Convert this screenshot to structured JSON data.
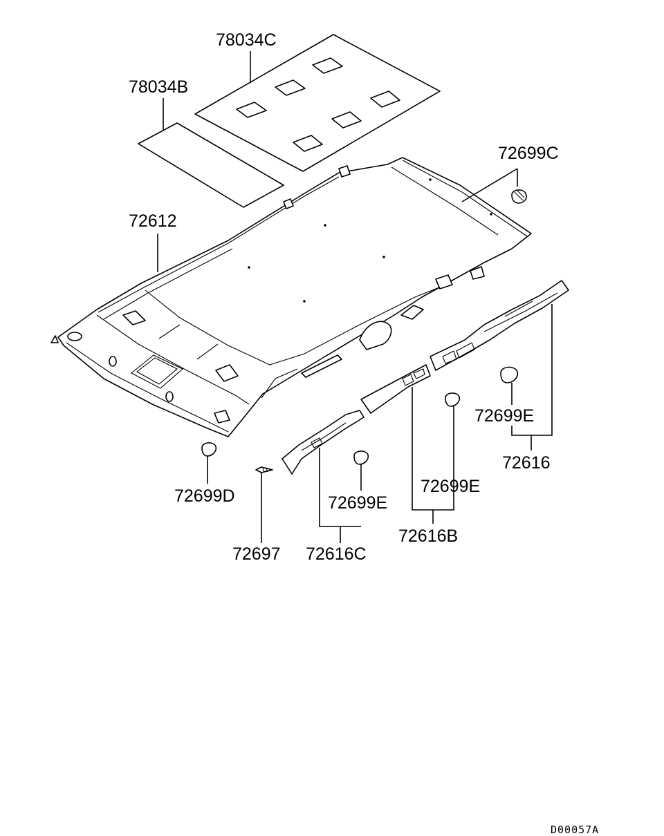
{
  "diagram_code": "D00057A",
  "callouts": {
    "c_78034C": "78034C",
    "c_78034B": "78034B",
    "c_72699C": "72699C",
    "c_72612": "72612",
    "c_72699D": "72699D",
    "c_72697": "72697",
    "c_72699E_1": "72699E",
    "c_72616C": "72616C",
    "c_72699E_2": "72699E",
    "c_72616B": "72616B",
    "c_72699E_3": "72699E",
    "c_72616": "72616"
  }
}
